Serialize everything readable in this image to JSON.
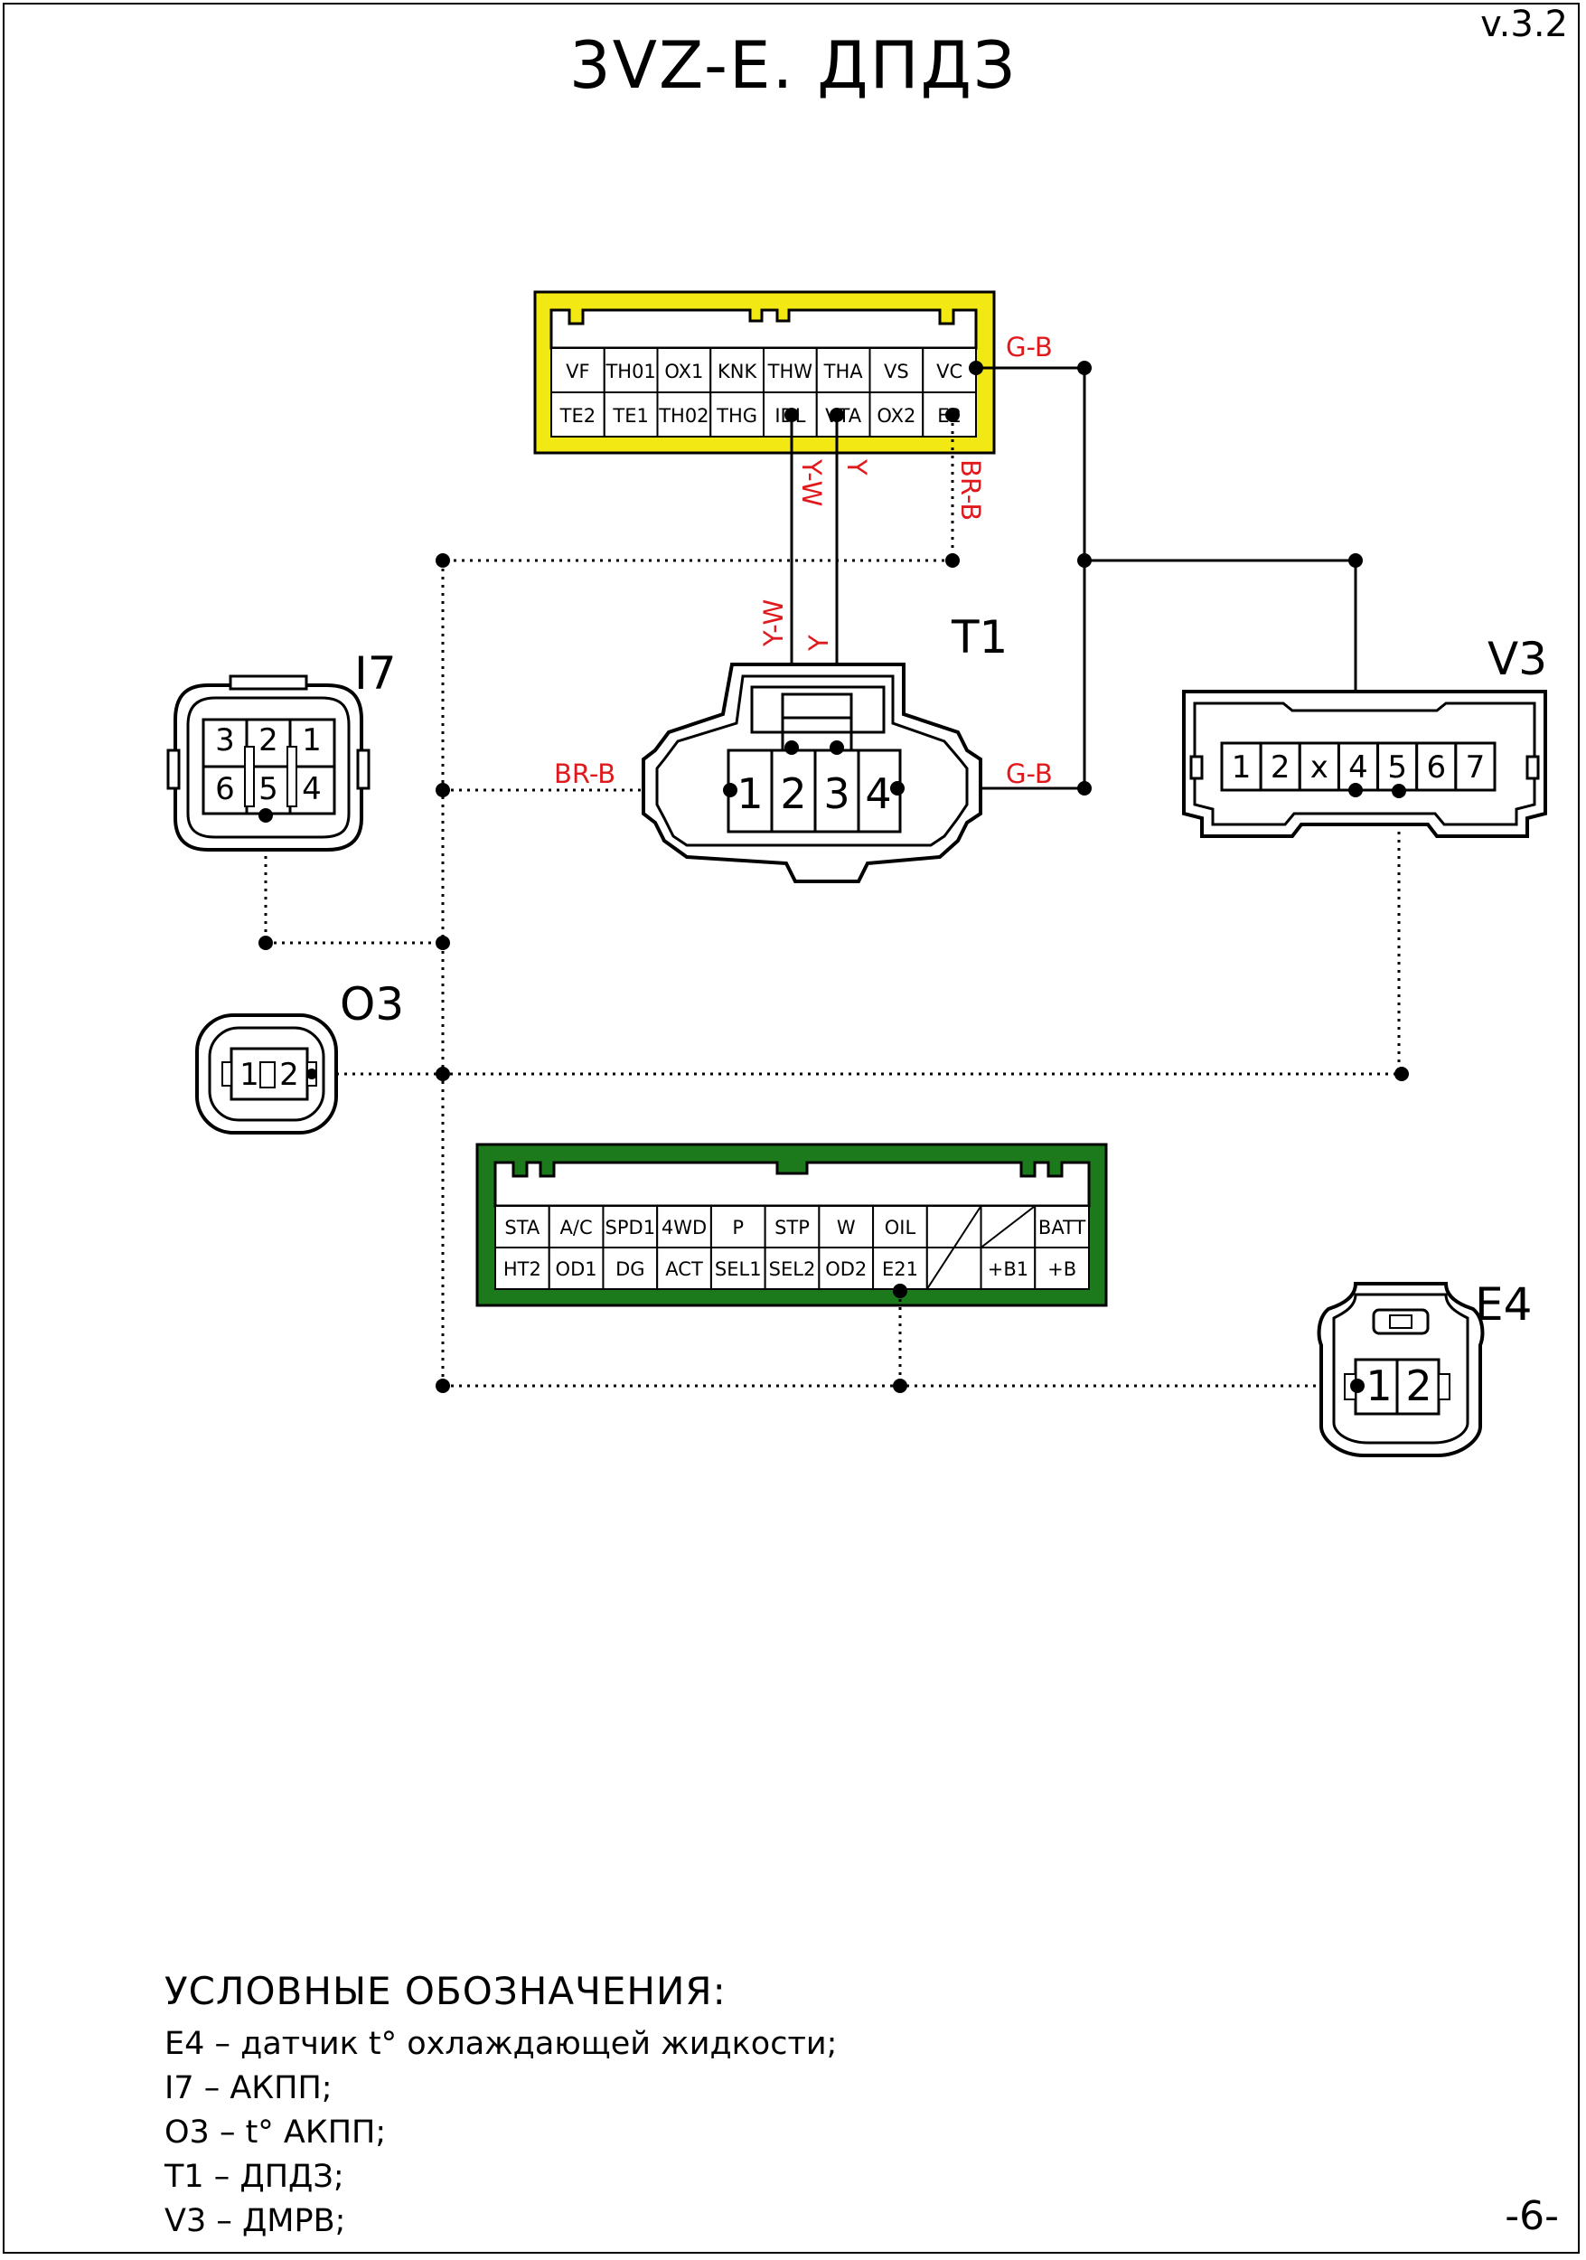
{
  "title": "3VZ-E. ДПДЗ",
  "version": "v.3.2",
  "page_number": "-6-",
  "ecu_top": {
    "row1": [
      "VF",
      "TH01",
      "OX1",
      "KNK",
      "THW",
      "THA",
      "VS",
      "VC"
    ],
    "row2": [
      "TE2",
      "TE1",
      "TH02",
      "THG",
      "IDL",
      "VTA",
      "OX2",
      "E2"
    ],
    "color": "#f1e814"
  },
  "ecu_bottom": {
    "row1": [
      "STA",
      "A/C",
      "SPD1",
      "4WD",
      "P",
      "STP",
      "W",
      "OIL",
      "",
      "",
      "BATT"
    ],
    "row2": [
      "HT2",
      "OD1",
      "DG",
      "ACT",
      "SEL1",
      "SEL2",
      "OD2",
      "E21",
      "",
      "+B1",
      "+B"
    ],
    "color": "#1c7a1c"
  },
  "connectors": {
    "T1": {
      "label": "T1",
      "pins": [
        "1",
        "2",
        "3",
        "4"
      ]
    },
    "V3": {
      "label": "V3",
      "pins": [
        "1",
        "2",
        "x",
        "4",
        "5",
        "6",
        "7"
      ]
    },
    "I7": {
      "label": "I7",
      "pins_top": [
        "3",
        "2",
        "1"
      ],
      "pins_bottom": [
        "6",
        "5",
        "4"
      ]
    },
    "O3": {
      "label": "O3",
      "pins": [
        "1",
        "2"
      ]
    },
    "E4": {
      "label": "E4",
      "pins": [
        "1",
        "2"
      ]
    }
  },
  "wires": {
    "vc_gb": "G-B",
    "t1_gb": "G-B",
    "e2_brb": "BR-B",
    "t1_brb": "BR-B",
    "idl_top": "Y-W",
    "idl_bottom": "Y-W",
    "vta_top": "Y",
    "vta_bottom": "Y"
  },
  "legend": {
    "title": "УСЛОВНЫЕ ОБОЗНАЧЕНИЯ:",
    "items": [
      "E4 – датчик t° охлаждающей жидкости;",
      "I7 – АКПП;",
      "O3 – t° АКПП;",
      "T1 – ДПДЗ;",
      "V3 – ДМРВ;"
    ]
  }
}
